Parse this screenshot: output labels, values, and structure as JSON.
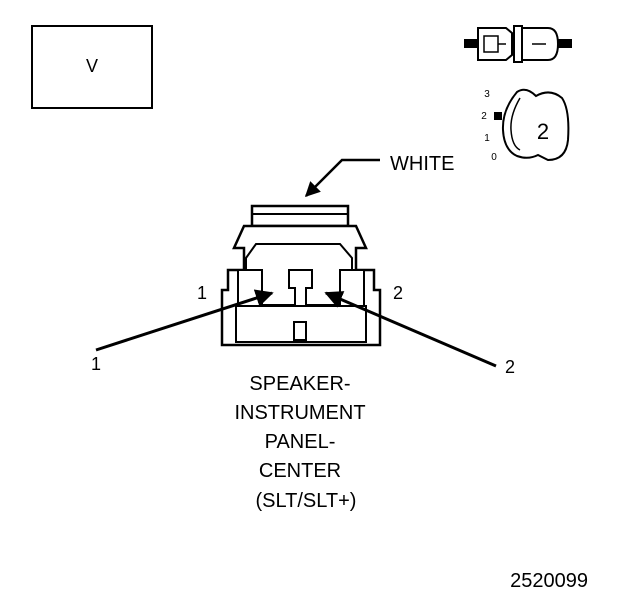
{
  "view_box": {
    "label": "V"
  },
  "lock_indicator": {
    "scale_labels": [
      "3",
      "2",
      "1",
      "0"
    ],
    "position_label": "2"
  },
  "wire_color_label": "WHITE",
  "connector": {
    "pin_labels": {
      "left": "1",
      "right": "2"
    },
    "callouts": {
      "left": "1",
      "right": "2"
    },
    "caption_lines": [
      "SPEAKER-",
      "INSTRUMENT",
      "PANEL-",
      "CENTER",
      "(SLT/SLT+)"
    ]
  },
  "figure_number": "2520099",
  "colors": {
    "ink": "#000000",
    "paper": "#ffffff",
    "shading": "#dddddd"
  }
}
